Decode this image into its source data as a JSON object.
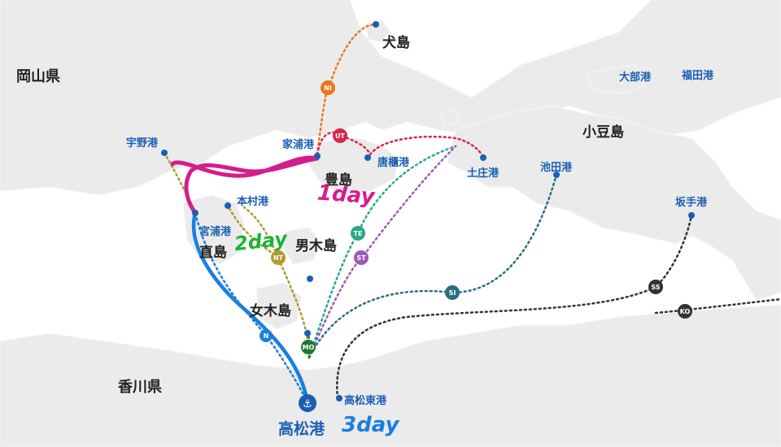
{
  "prefectures": {
    "okayama": "岡山県",
    "kagawa": "香川県"
  },
  "islands": {
    "inujima": "犬島",
    "shodoshima": "小豆島",
    "teshima": "豊島",
    "naoshima": "直島",
    "ogijima": "男木島",
    "megijima": "女木島"
  },
  "ports": {
    "obe": "大部港",
    "fukuda": "福田港",
    "uno": "宇野港",
    "ieura": "家浦港",
    "karato": "唐櫃港",
    "tonosho": "土庄港",
    "ikeda": "池田港",
    "sakate": "坂手港",
    "honmura": "本村港",
    "miyanoura": "宮浦港",
    "takamatsu_east": "高松東港",
    "takamatsu": "高松港"
  },
  "routes": [
    {
      "code": "NI",
      "color": "#e8771e"
    },
    {
      "code": "UT",
      "color": "#d6264b"
    },
    {
      "code": "TE",
      "color": "#2aa889"
    },
    {
      "code": "ST",
      "color": "#9b59b6"
    },
    {
      "code": "NT",
      "color": "#b19a2c"
    },
    {
      "code": "SI",
      "color": "#2c6e7f"
    },
    {
      "code": "SS",
      "color": "#333333"
    },
    {
      "code": "KO",
      "color": "#333333"
    },
    {
      "code": "MO",
      "color": "#1e7a2f"
    },
    {
      "code": "N",
      "color": "#1a7fe0"
    }
  ],
  "annotations": {
    "day1": "1day",
    "day2": "2day",
    "day3": "3day"
  },
  "colors": {
    "sea": "#ffffff",
    "land": "#ebebeb",
    "port_blue": "#1a5fb4",
    "highlight_pink": "#d41d8c",
    "highlight_blue": "#1a7fe0",
    "highlight_green": "#1fb233"
  }
}
